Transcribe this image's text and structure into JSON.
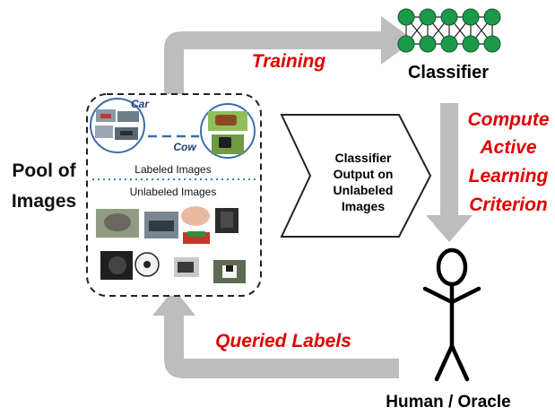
{
  "labels": {
    "training": "Training",
    "classifier": "Classifier",
    "compute": [
      "Compute",
      "Active",
      "Learning",
      "Criterion"
    ],
    "pool": [
      "Pool of",
      "Images"
    ],
    "car": "Car",
    "cow": "Cow",
    "labeled": "Labeled Images",
    "unlabeled": "Unlabeled Images",
    "output": [
      "Classifier",
      "Output on",
      "Unlabeled",
      "Images"
    ],
    "queried": "Queried Labels",
    "human": "Human / Oracle"
  },
  "colors": {
    "accent_red": "#e00000",
    "arrow_gray": "#bdbdbd",
    "node_green": "#1a9a4a",
    "label_blue": "#1f3d7a",
    "dotted_blue": "#3b7dc4"
  },
  "icons": {
    "classifier_network": "neural-network-icon",
    "human": "stick-figure-icon"
  },
  "thumbnails": {
    "labeled": [
      "car-photo",
      "cow-photo"
    ],
    "unlabeled": [
      "elephant-photo",
      "car-photo",
      "brain-photo",
      "chair-photo",
      "camera-photo",
      "ball-photo",
      "zebra-photo",
      "dog-photo",
      "flower-photo"
    ]
  }
}
